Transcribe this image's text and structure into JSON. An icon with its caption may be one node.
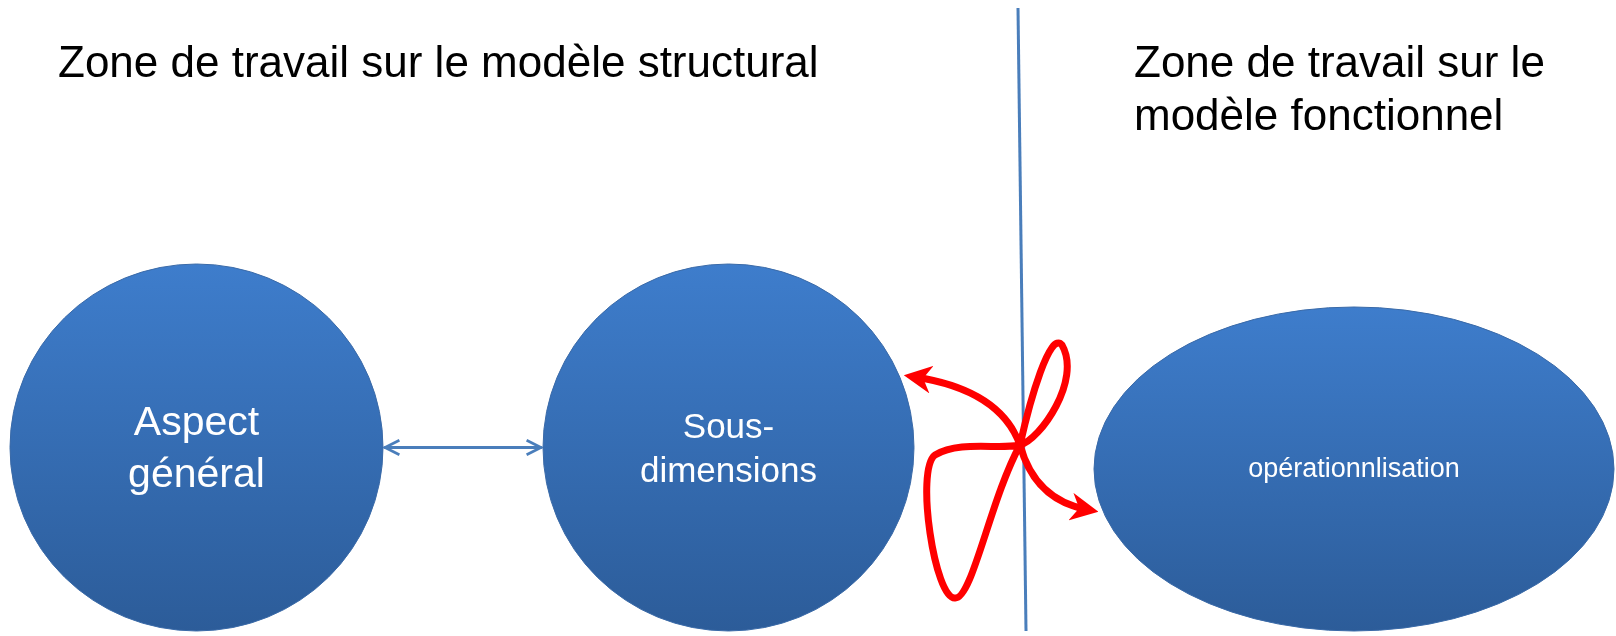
{
  "diagram": {
    "nodes": [
      {
        "text": [
          "Aspect général"
        ]
      },
      {
        "text": [
          "Sous-dimensions"
        ]
      },
      {
        "text": [
          "opérationnlisation"
        ]
      }
    ],
    "edges": [
      {
        "from": 0,
        "to": 1,
        "arrow": "both"
      },
      {
        "from": 1,
        "to": 2,
        "arrow": "both",
        "style": "thick",
        "color": "#ff0000"
      }
    ],
    "labels": [
      "Zone de travail sur le modèle structural",
      "Zone de travail sur le modèle fonctionnel"
    ]
  }
}
